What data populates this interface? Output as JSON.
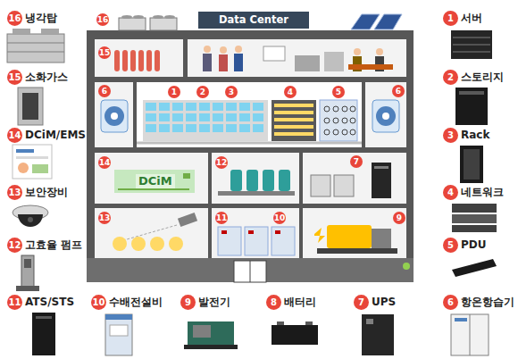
{
  "diagram": {
    "title": "Data Center",
    "labels": [
      "16",
      "냉각탑",
      "15",
      "소화가스",
      "14",
      "DCiM/EMS",
      "13",
      "보안장비",
      "12",
      "고효율 펌프",
      "11",
      "ATS/STS",
      "1",
      "서버",
      "2",
      "스토리지",
      "3",
      "Rack",
      "4",
      "네트워크",
      "5",
      "PDU",
      "6",
      "항온항습기",
      "10",
      "수배전설비",
      "9",
      "발전기",
      "8",
      "배터리",
      "7",
      "UPS",
      "16",
      "15",
      "6",
      "1",
      "2",
      "3",
      "4",
      "5",
      "6",
      "14",
      "DCiM",
      "12",
      "7",
      "13",
      "11",
      "10",
      "9"
    ]
  }
}
